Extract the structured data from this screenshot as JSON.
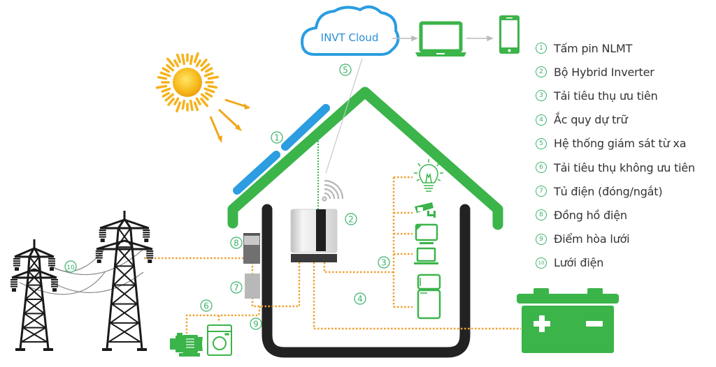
{
  "cloud": {
    "label": "INVT Cloud"
  },
  "markers": {
    "m1": "1",
    "m2": "2",
    "m3": "3",
    "m4": "4",
    "m5": "5",
    "m6": "6",
    "m7": "7",
    "m8": "8",
    "m9": "9",
    "m10": "10"
  },
  "legend": [
    {
      "num": "1",
      "label": "Tấm pin NLMT"
    },
    {
      "num": "2",
      "label": "Bộ Hybrid Inverter"
    },
    {
      "num": "3",
      "label": "Tải tiêu thụ ưu tiên"
    },
    {
      "num": "4",
      "label": "Ắc quy dự trữ"
    },
    {
      "num": "5",
      "label": "Hệ thống giám sát từ xa"
    },
    {
      "num": "6",
      "label": "Tải tiêu thụ không ưu tiên"
    },
    {
      "num": "7",
      "label": "Tủ điện (đóng/ngắt)"
    },
    {
      "num": "8",
      "label": "Đồng hồ điện"
    },
    {
      "num": "9",
      "label": "Điểm hòa lưới"
    },
    {
      "num": "10",
      "label": "Lưới điện"
    }
  ],
  "colors": {
    "green": "#3bb44a",
    "blue": "#2b9de0",
    "orange": "#f0a030",
    "dark": "#222222",
    "sun": "#f5b21b"
  }
}
